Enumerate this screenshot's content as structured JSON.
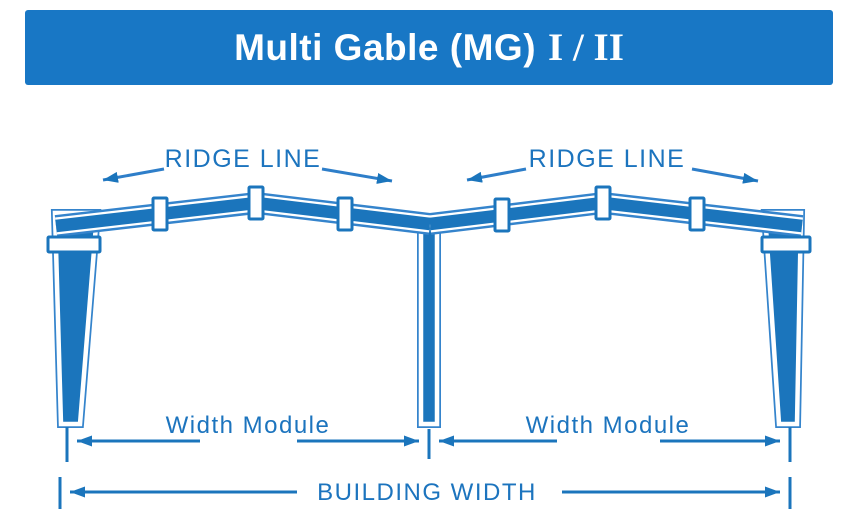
{
  "banner": {
    "title": "Multi Gable (MG)",
    "title_roman": "I / II"
  },
  "diagram": {
    "width_module_count": 2,
    "ridge_left": {
      "label": "RIDGE LINE"
    },
    "ridge_right": {
      "label": "RIDGE LINE"
    },
    "dim_width_module_left": {
      "label": "Width Module"
    },
    "dim_width_module_right": {
      "label": "Width Module"
    },
    "dim_building_width": {
      "label": "BUILDING WIDTH"
    }
  },
  "colors": {
    "background": "#FFFFFF",
    "banner_bg": "#1877C5",
    "title_text": "#FFFFFF",
    "frame_fill": "#1B75BC",
    "frame_outline": "#3584CC",
    "label_text": "#1C74BE",
    "dim_line": "#1B75BC",
    "arrow": "#2E7EC9"
  }
}
